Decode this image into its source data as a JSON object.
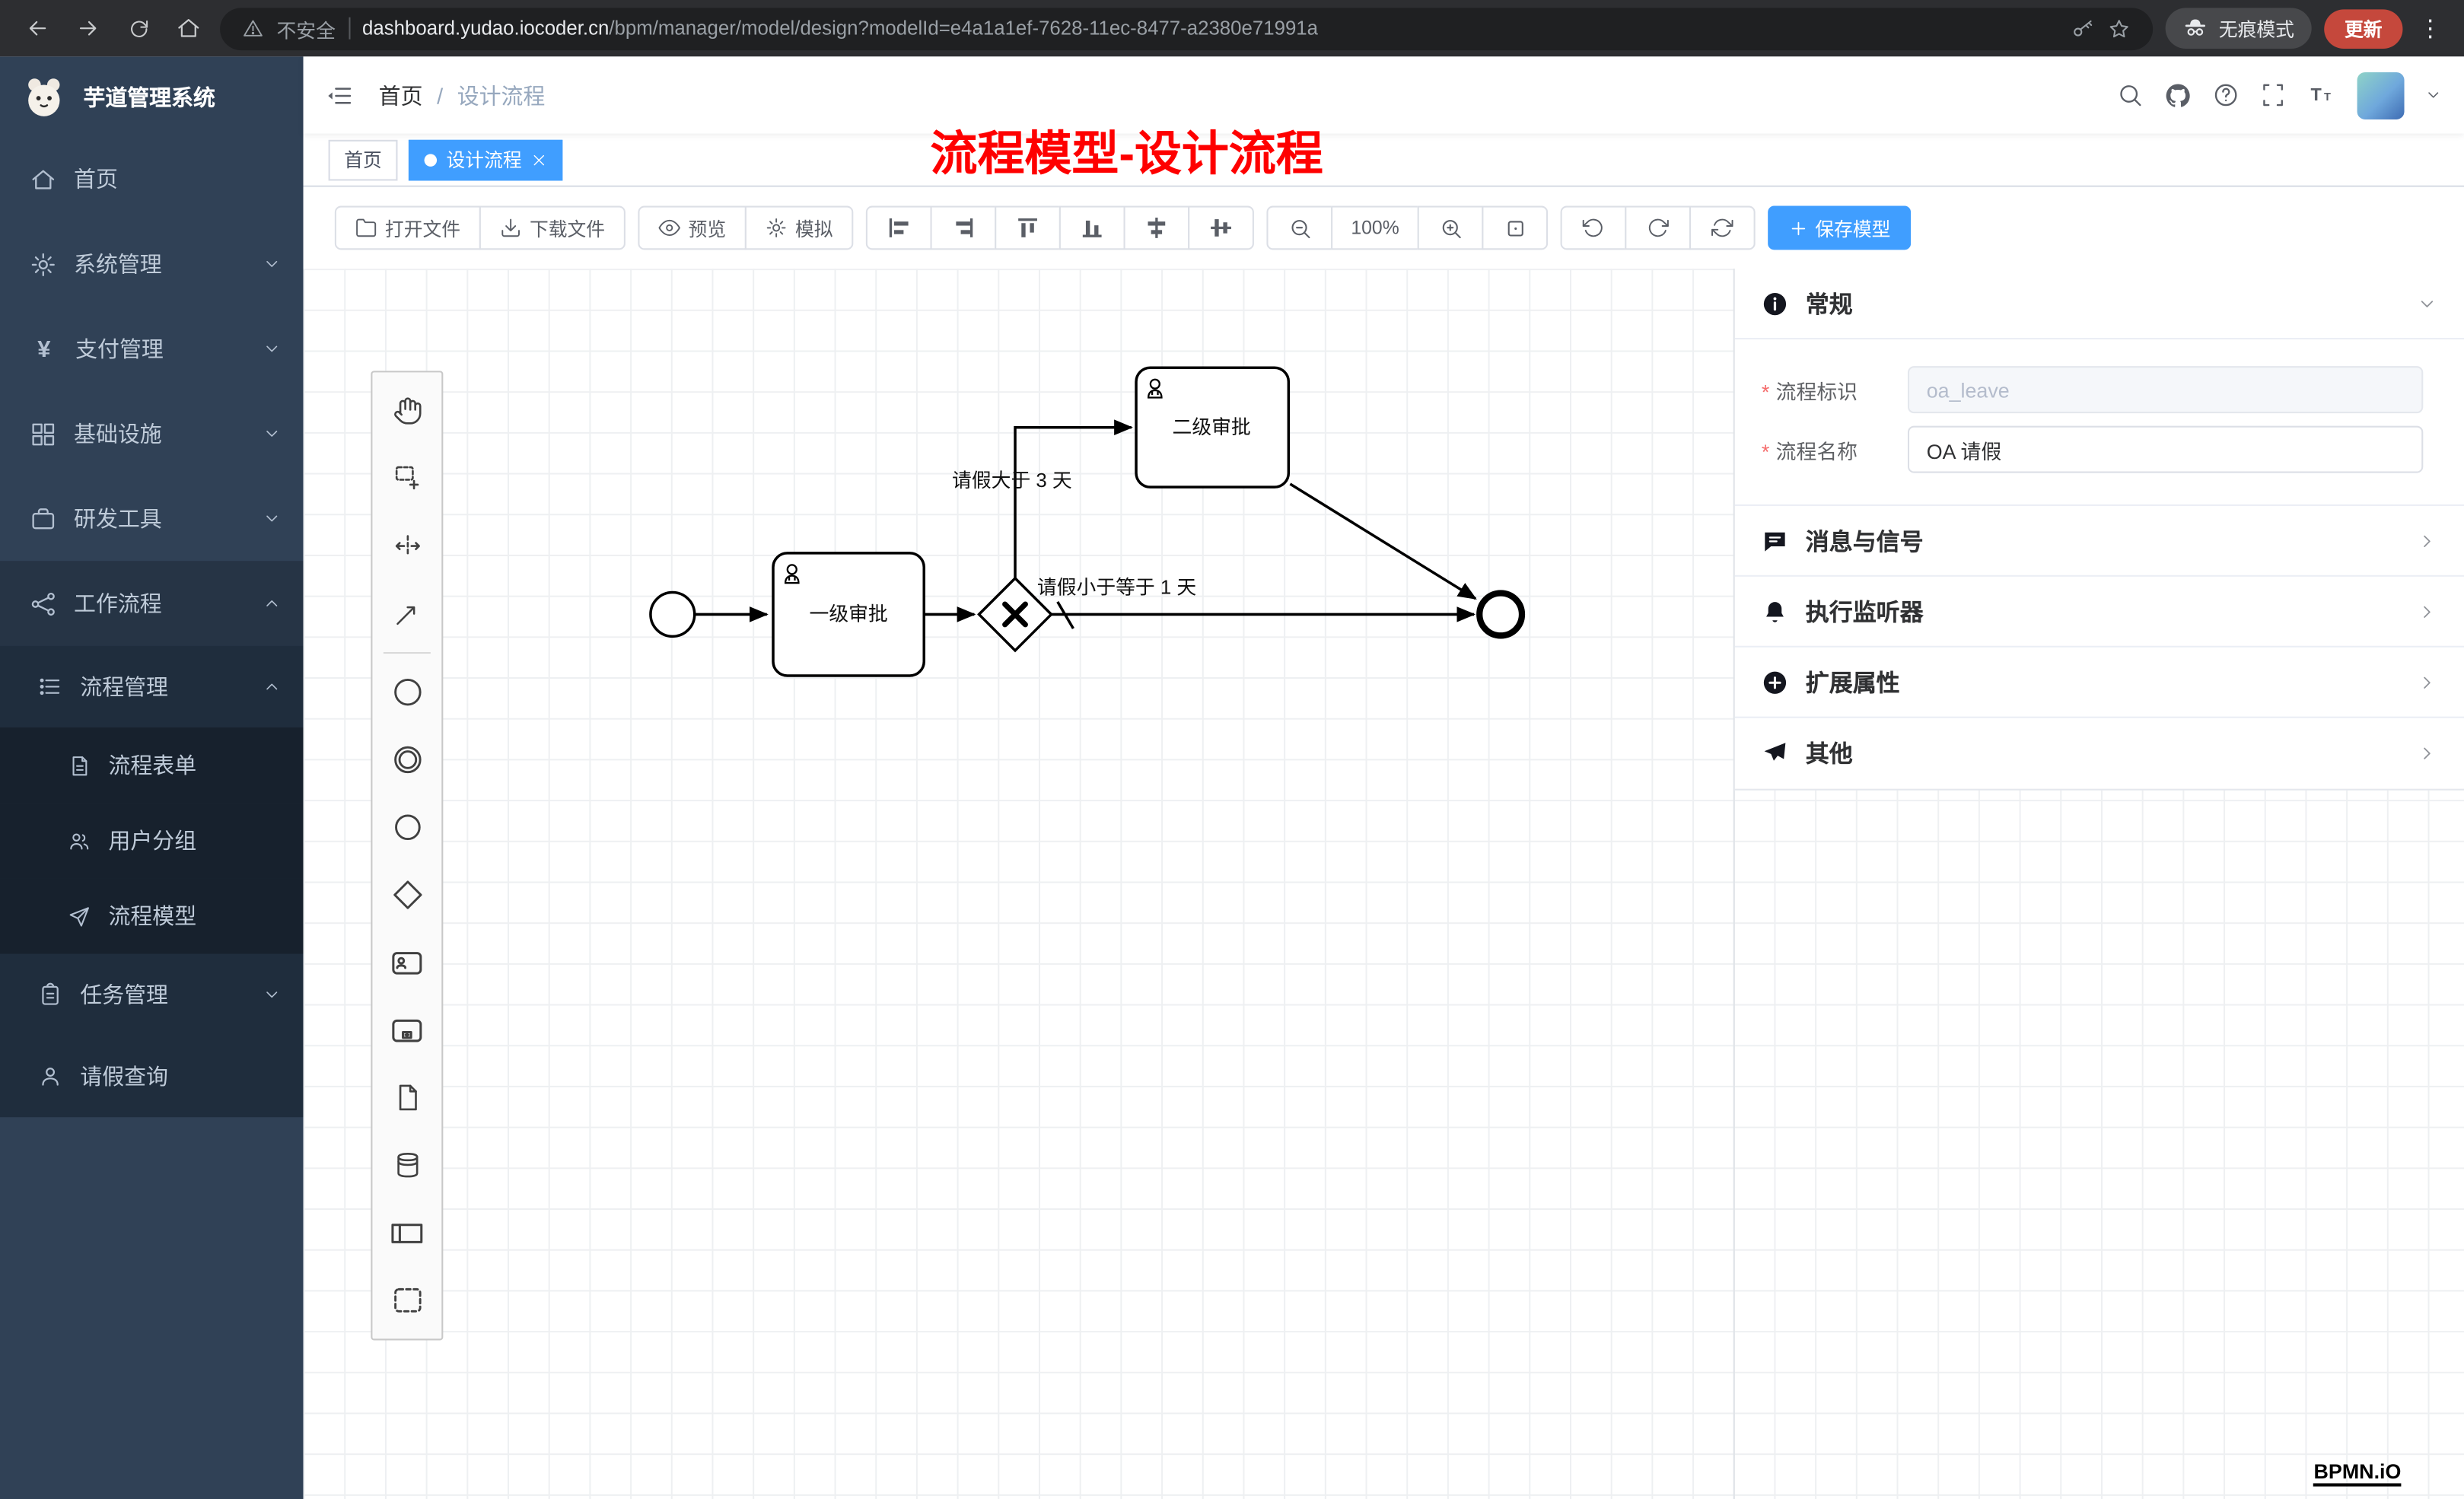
{
  "browser": {
    "security_label": "不安全",
    "url_domain": "dashboard.yudao.iocoder.cn",
    "url_path": "/bpm/manager/model/design?modelId=e4a1a1ef-7628-11ec-8477-a2380e71991a",
    "incognito_label": "无痕模式",
    "update_label": "更新"
  },
  "sidebar": {
    "app_title": "芋道管理系统",
    "menu": [
      {
        "label": "首页"
      },
      {
        "label": "系统管理"
      },
      {
        "label": "支付管理"
      },
      {
        "label": "基础设施"
      },
      {
        "label": "研发工具"
      },
      {
        "label": "工作流程"
      }
    ],
    "workflow": {
      "process_mgmt": "流程管理",
      "children": [
        {
          "label": "流程表单"
        },
        {
          "label": "用户分组"
        },
        {
          "label": "流程模型"
        }
      ],
      "task_mgmt": "任务管理",
      "leave_query": "请假查询"
    }
  },
  "header": {
    "breadcrumb": {
      "home": "首页",
      "current": "设计流程"
    },
    "annotation": "流程模型-设计流程"
  },
  "tags": {
    "home": "首页",
    "active": "设计流程"
  },
  "toolbar": {
    "open": "打开文件",
    "download": "下载文件",
    "preview": "预览",
    "simulate": "模拟",
    "zoom_level": "100%",
    "save": "保存模型"
  },
  "panel": {
    "general": {
      "title": "常规",
      "fields": [
        {
          "label": "流程标识",
          "value": "oa_leave"
        },
        {
          "label": "流程名称",
          "value": "OA 请假"
        }
      ]
    },
    "sections": [
      {
        "label": "消息与信号"
      },
      {
        "label": "执行监听器"
      },
      {
        "label": "扩展属性"
      },
      {
        "label": "其他"
      }
    ]
  },
  "diagram": {
    "task1": "一级审批",
    "task2": "二级审批",
    "edge_gt": "请假大于 3 天",
    "edge_lte": "请假小于等于 1 天"
  },
  "watermark": "BPMN.iO"
}
